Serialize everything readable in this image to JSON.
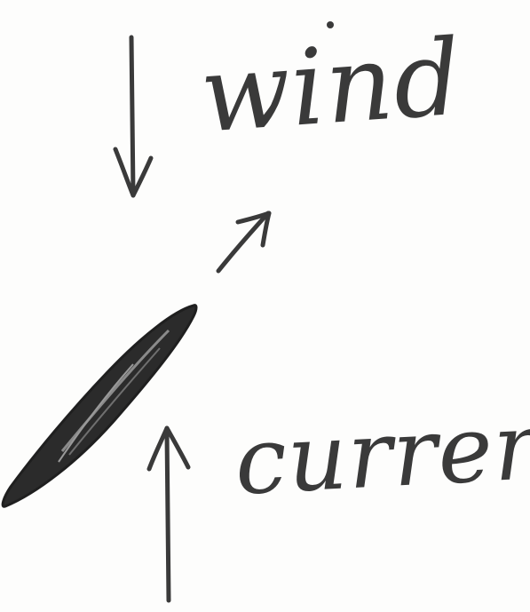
{
  "labels": {
    "wind": "wind",
    "current": "current"
  },
  "colors": {
    "ink": "#3a3a3a",
    "paper": "#fdfdfc",
    "boat_fill": "#2b2b2b"
  },
  "arrows": {
    "wind_direction": "down",
    "current_direction": "up",
    "drift_direction": "up-right"
  }
}
